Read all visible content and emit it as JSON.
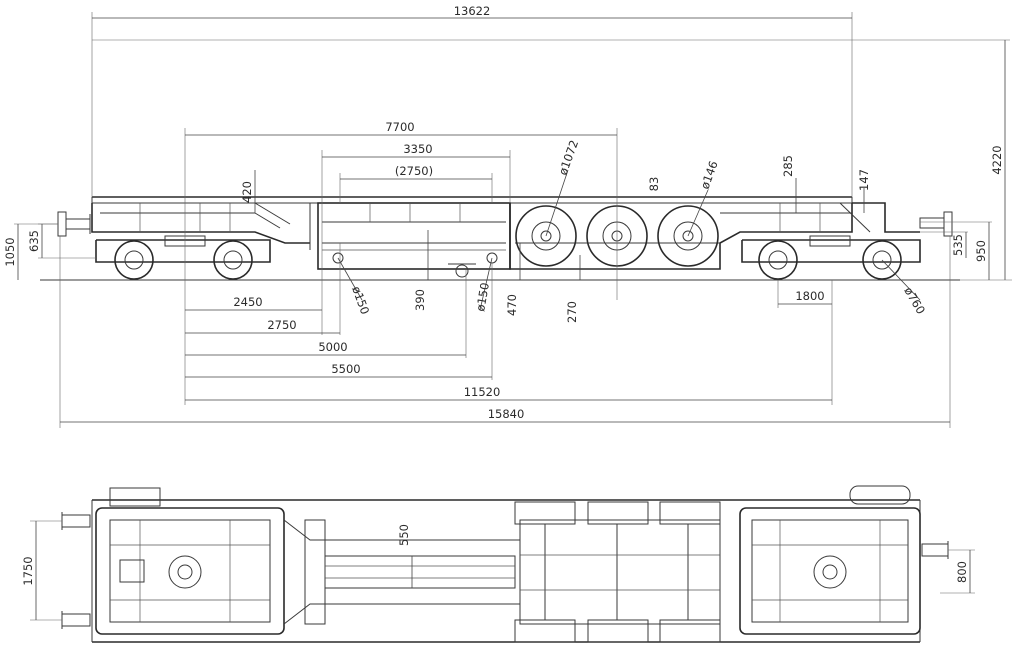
{
  "side_view": {
    "overall_length": "15840",
    "platform_length": "13622",
    "loading_length": "7700",
    "well_length": "3350",
    "well_length_ref": "(2750)",
    "bogie_distance": "11520",
    "dim_2450": "2450",
    "dim_2750": "2750",
    "dim_5000": "5000",
    "dim_5500": "5500",
    "bogie_base": "1800",
    "overall_height": "4220",
    "coupler_height": "1050",
    "buffer_height": "635",
    "frame_height": "535",
    "deck_height_rear": "950",
    "wheel_diameter": "ø1072",
    "axle_diameter": "ø146",
    "bogie_wheel_diameter": "ø760",
    "pin_diameter_1": "ø150",
    "pin_diameter_2": "ø150",
    "dim_420": "420",
    "dim_390": "390",
    "dim_470": "470",
    "dim_270": "270",
    "dim_83": "83",
    "dim_285": "285",
    "dim_147": "147"
  },
  "top_view": {
    "track_width": "1750",
    "well_width": "550",
    "buffer_width": "800"
  }
}
